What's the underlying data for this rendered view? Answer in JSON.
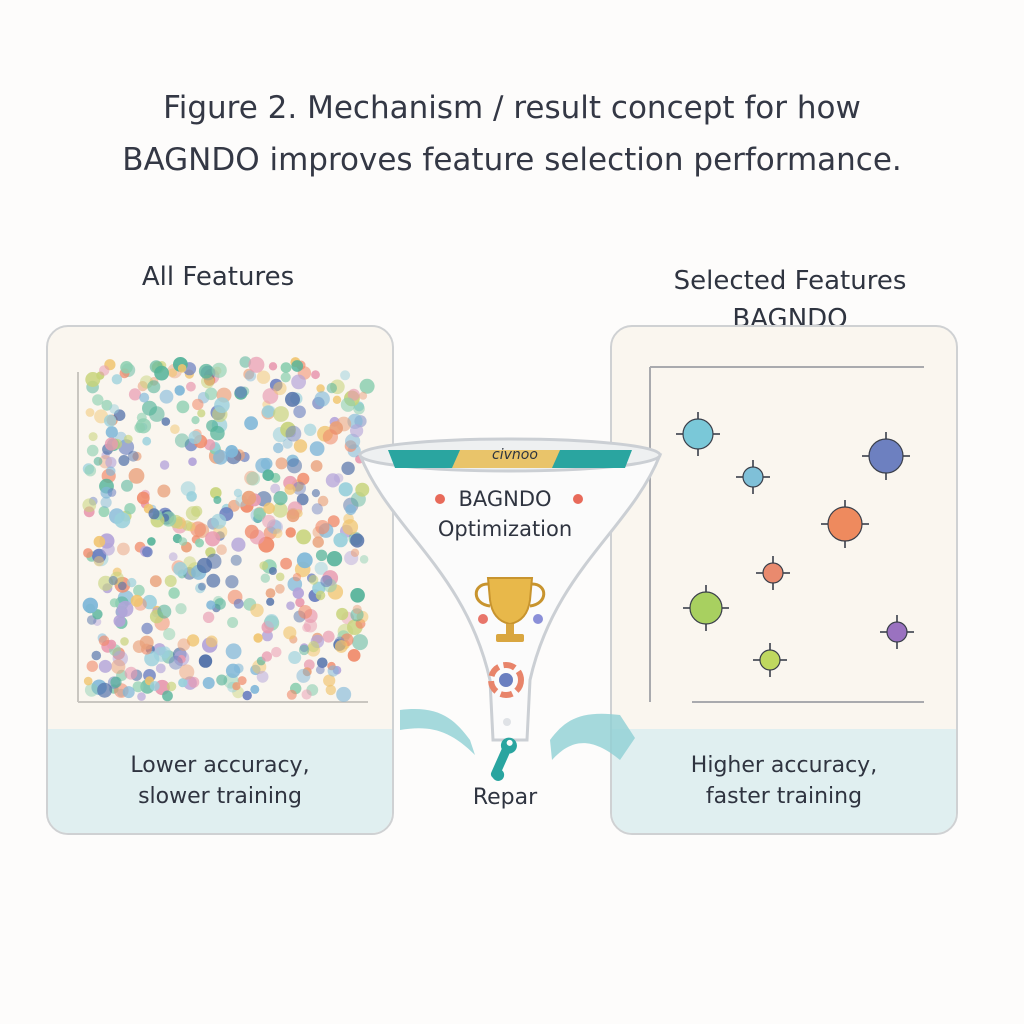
{
  "caption": {
    "line1": "Figure 2. Mechanism / result concept for how",
    "line2": "BAGNDO improves feature selection performance."
  },
  "left_panel": {
    "title": "All Features",
    "footer_line1": "Lower accuracy,",
    "footer_line2": "slower training",
    "dot_palette": [
      "#e9a07a",
      "#f0c46e",
      "#8ccfb0",
      "#7fb7d8",
      "#b3a3d9",
      "#e89ab0",
      "#6b7fc0",
      "#55b39a",
      "#f08a6a",
      "#c7d37a",
      "#4f6fa8",
      "#9ad0dc"
    ]
  },
  "right_panel": {
    "title_line1": "Selected Features",
    "title_line2": "BAGNDO",
    "footer_line1": "Higher accuracy,",
    "footer_line2": "faster training",
    "features": [
      {
        "color": "#7ac8d8"
      },
      {
        "color": "#7fc0d8"
      },
      {
        "color": "#6d80c0"
      },
      {
        "color": "#ee8a5e"
      },
      {
        "color": "#e98a6e"
      },
      {
        "color": "#a8d060"
      },
      {
        "color": "#9a72c0"
      },
      {
        "color": "#bfd860"
      }
    ]
  },
  "funnel": {
    "band_text": "civnoo",
    "title_line1": "BAGNDO",
    "title_line2": "Optimization",
    "trophy_icon": "trophy-icon",
    "gear_icon": "gear-cycle-icon",
    "repair_icon": "wrench-icon",
    "repair_label": "Repar",
    "colors": {
      "band": "#2aa5a0",
      "band_accent": "#e9c46a",
      "trophy": "#e8b84a",
      "flow": "#8fcfd5"
    }
  }
}
